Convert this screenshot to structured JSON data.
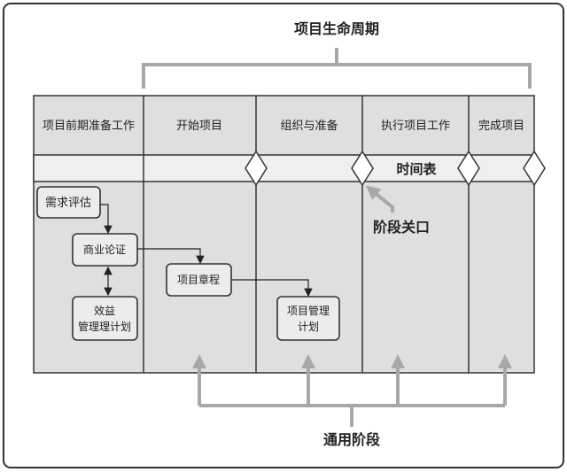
{
  "title": "项目生命周期",
  "columns": [
    "项目前期准备工作",
    "开始项目",
    "组织与准备",
    "执行项目工作",
    "完成项目"
  ],
  "timeline_label": "时间表",
  "gate_label": "阶段关口",
  "generic_label": "通用阶段",
  "boxes": {
    "needs": "需求评估",
    "business_case": "商业论证",
    "benefits_1": "效益",
    "benefits_2": "管理理计划",
    "charter": "项目章程",
    "pm_plan_1": "项目管理",
    "pm_plan_2": "计划"
  },
  "colors": {
    "body": "#dfdfe2",
    "band": "#efeff1",
    "gray_arrow": "#a8a8a8"
  }
}
